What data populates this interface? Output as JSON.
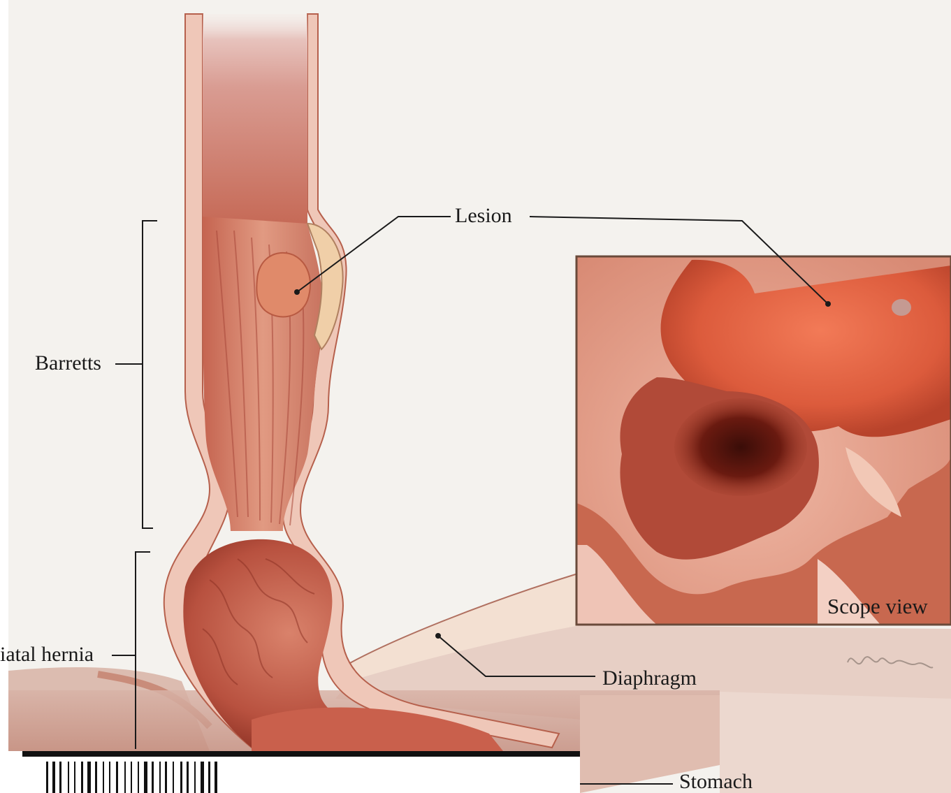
{
  "labels": {
    "lesion": "Lesion",
    "barretts": "Barretts",
    "hiatal_hernia": "iatal hernia",
    "diaphragm": "Diaphragm",
    "stomach": "Stomach",
    "scope_view": "Scope view"
  },
  "colors": {
    "background": "#f4f2ee",
    "tissue_light": "#e9a58f",
    "tissue_mid": "#c9665a",
    "tissue_dark": "#8a2f22",
    "wall_cream": "#f3e2d2",
    "leader_line": "#1a1a1a"
  },
  "icons": {
    "signature": "artist-signature",
    "barcode": "barcode"
  }
}
